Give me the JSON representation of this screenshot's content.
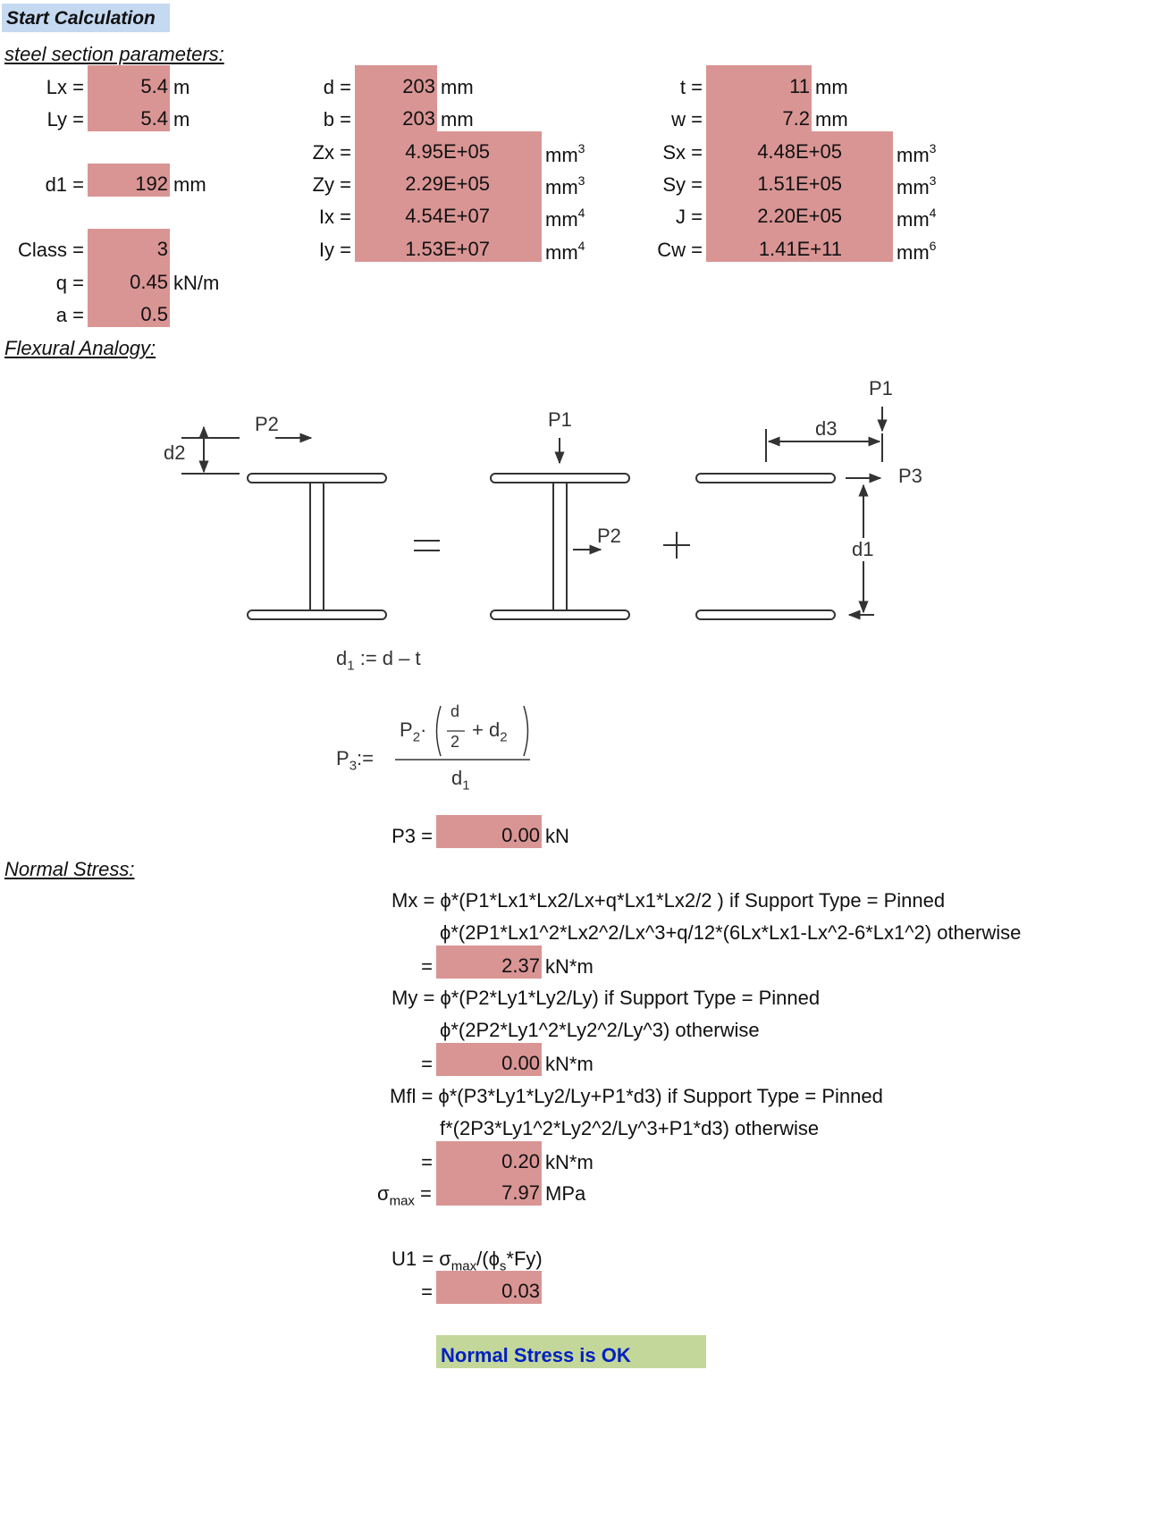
{
  "header": {
    "start_calculation": "Start Calculation"
  },
  "sections": {
    "steel": "steel section parameters:",
    "flexural": "Flexural Analogy:",
    "normal": "Normal Stress:"
  },
  "params": {
    "lx": {
      "label": "Lx =",
      "value": "5.4",
      "unit": "m"
    },
    "ly": {
      "label": "Ly =",
      "value": "5.4",
      "unit": "m"
    },
    "d1": {
      "label": "d1 =",
      "value": "192",
      "unit": "mm"
    },
    "class": {
      "label": "Class =",
      "value": "3"
    },
    "q": {
      "label": "q =",
      "value": "0.45",
      "unit": "kN/m"
    },
    "a": {
      "label": "a =",
      "value": "0.5"
    },
    "d": {
      "label": "d =",
      "value": "203",
      "unit": "mm"
    },
    "b": {
      "label": "b =",
      "value": "203",
      "unit": "mm"
    },
    "zx": {
      "label": "Zx =",
      "value": "4.95E+05",
      "unit": "mm",
      "exp": "3"
    },
    "zy": {
      "label": "Zy =",
      "value": "2.29E+05",
      "unit": "mm",
      "exp": "3"
    },
    "ix": {
      "label": "Ix =",
      "value": "4.54E+07",
      "unit": "mm",
      "exp": "4"
    },
    "iy": {
      "label": "Iy =",
      "value": "1.53E+07",
      "unit": "mm",
      "exp": "4"
    },
    "t": {
      "label": "t =",
      "value": "11",
      "unit": "mm"
    },
    "w": {
      "label": "w =",
      "value": "7.2",
      "unit": "mm"
    },
    "sx": {
      "label": "Sx =",
      "value": "4.48E+05",
      "unit": "mm",
      "exp": "3"
    },
    "sy": {
      "label": "Sy =",
      "value": "1.51E+05",
      "unit": "mm",
      "exp": "3"
    },
    "j": {
      "label": "J =",
      "value": "2.20E+05",
      "unit": "mm",
      "exp": "4"
    },
    "cw": {
      "label": "Cw =",
      "value": "1.41E+11",
      "unit": "mm",
      "exp": "6"
    }
  },
  "diagram": {
    "p1": "P1",
    "p2": "P2",
    "p3": "P3",
    "d1": "d1",
    "d2": "d2",
    "d3": "d3",
    "equals": "=",
    "plus": "+"
  },
  "formulas": {
    "d1_lhs": "d",
    "d1_sub": "1",
    "d1_rhs": ":= d – t",
    "p3_lhs": "P",
    "p3_sub": "3",
    "p3_assign": ":=",
    "p3_num_p": "P",
    "p3_num_psub": "2",
    "p3_frac_top": "d",
    "p3_frac_bot": "2",
    "p3_plus": "+ d",
    "p3_d2sub": "2",
    "p3_den": "d",
    "p3_densub": "1"
  },
  "results": {
    "p3": {
      "label": "P3 =",
      "value": "0.00",
      "unit": "kN"
    },
    "mx_line1": "Mx = ϕ*(P1*Lx1*Lx2/Lx+q*Lx1*Lx2/2 ) if Support Type = Pinned",
    "mx_line2": "ϕ*(2P1*Lx1^2*Lx2^2/Lx^3+q/12*(6Lx*Lx1-Lx^2-6*Lx1^2) otherwise",
    "mx": {
      "label": "=",
      "value": "2.37",
      "unit": "kN*m"
    },
    "my_line1": "My = ϕ*(P2*Ly1*Ly2/Ly) if Support Type = Pinned",
    "my_line2": "ϕ*(2P2*Ly1^2*Ly2^2/Ly^3) otherwise",
    "my": {
      "label": "=",
      "value": "0.00",
      "unit": "kN*m"
    },
    "mfl_line1": "Mfl = ϕ*(P3*Ly1*Ly2/Ly+P1*d3) if Support Type = Pinned",
    "mfl_line2": "f*(2P3*Ly1^2*Ly2^2/Ly^3+P1*d3) otherwise",
    "mfl": {
      "label": "=",
      "value": "0.20",
      "unit": "kN*m"
    },
    "sigma_sym": "σ",
    "sigma_sub": "max",
    "sigma_eq": "=",
    "sigma": {
      "value": "7.97",
      "unit": "MPa"
    },
    "u1_lhs": "U1 =",
    "u1_sigma": "σ",
    "u1_sub": "max",
    "u1_mid": "/(ϕ",
    "u1_s": "s",
    "u1_end": "*Fy)",
    "u1": {
      "label": "=",
      "value": "0.03"
    }
  },
  "status": {
    "text": "Normal Stress is OK",
    "bg": "#c4d79b",
    "color": "#0020c0"
  },
  "colors": {
    "input_cell": "#d99594",
    "header_bg": "#c5d9f1"
  }
}
